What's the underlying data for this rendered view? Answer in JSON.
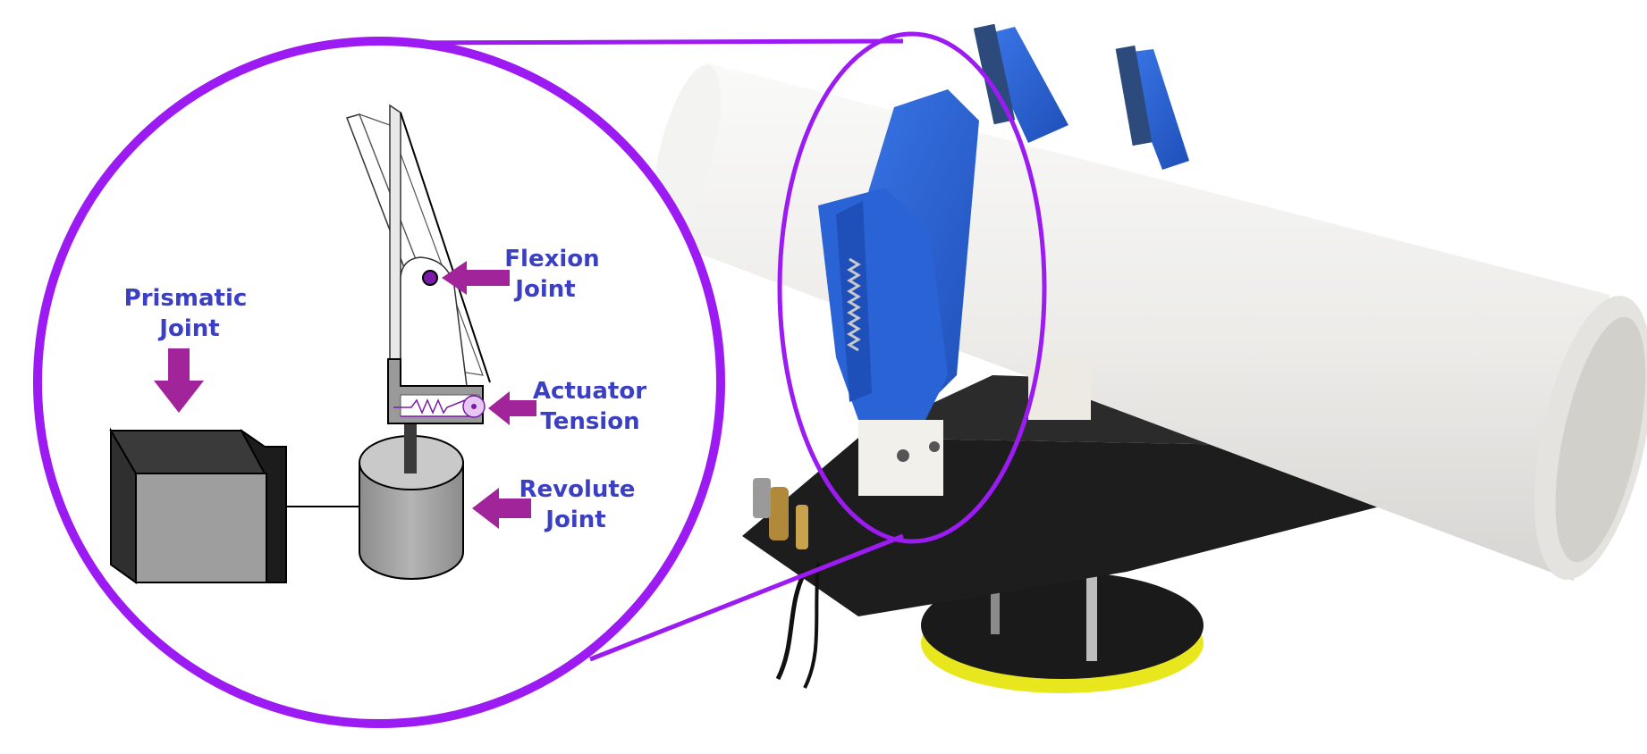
{
  "labels": {
    "prismatic_joint": [
      "Prismatic",
      "Joint"
    ],
    "flexion_joint": [
      "Flexion",
      "Joint"
    ],
    "actuator_tension": [
      "Actuator",
      "Tension"
    ],
    "revolute_joint": [
      "Revolute",
      "Joint"
    ]
  },
  "colors": {
    "callout_outline": "#9b1bf2",
    "label_text": "#3a3fc4",
    "arrow": "#a2249a",
    "gripper_plastic": "#2a63d6",
    "pipe": "#eeeeec",
    "base_plate": "#1d1d1d",
    "base_disc_edge": "#e8e61c",
    "block_dark": "#2f2f2f",
    "block_light": "#9e9e9e",
    "cylinder": "#9c9c9c"
  },
  "icons": [
    "down-arrow-icon",
    "left-arrow-icon"
  ]
}
